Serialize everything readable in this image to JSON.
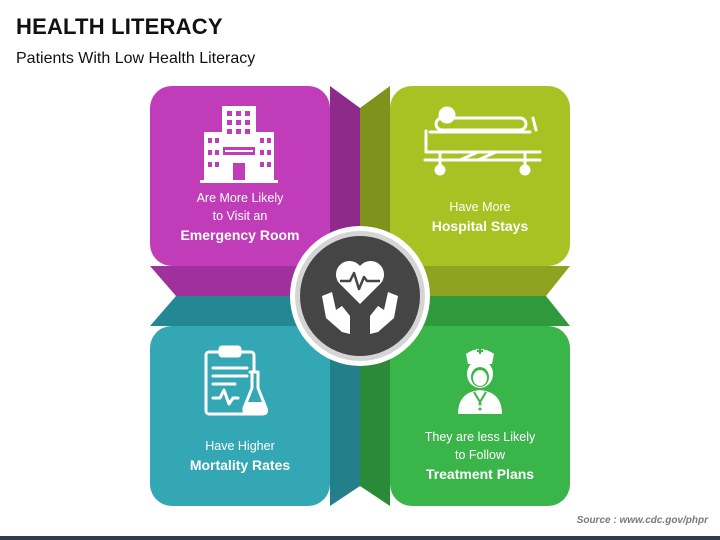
{
  "header": {
    "title": "HEALTH LITERACY",
    "subtitle": "Patients With Low Health Literacy"
  },
  "quadrants": [
    {
      "line1": "Are More Likely",
      "line2": "to Visit an",
      "bold": "Emergency Room",
      "icon": "hospital-building-icon",
      "color": "#c13cb8"
    },
    {
      "line1": "Have More",
      "bold": "Hospital Stays",
      "icon": "hospital-bed-patient-icon",
      "color": "#a8c223"
    },
    {
      "line1": "Have Higher",
      "bold": "Mortality Rates",
      "icon": "clipboard-flask-icon",
      "color": "#34a7b5"
    },
    {
      "line1": "They are less Likely",
      "line2": "to Follow",
      "bold": "Treatment Plans",
      "icon": "nurse-icon",
      "color": "#3ab54a"
    }
  ],
  "center": {
    "icon": "hands-holding-heart-icon"
  },
  "footer": {
    "source": "Source : www.cdc.gov/phpr"
  }
}
